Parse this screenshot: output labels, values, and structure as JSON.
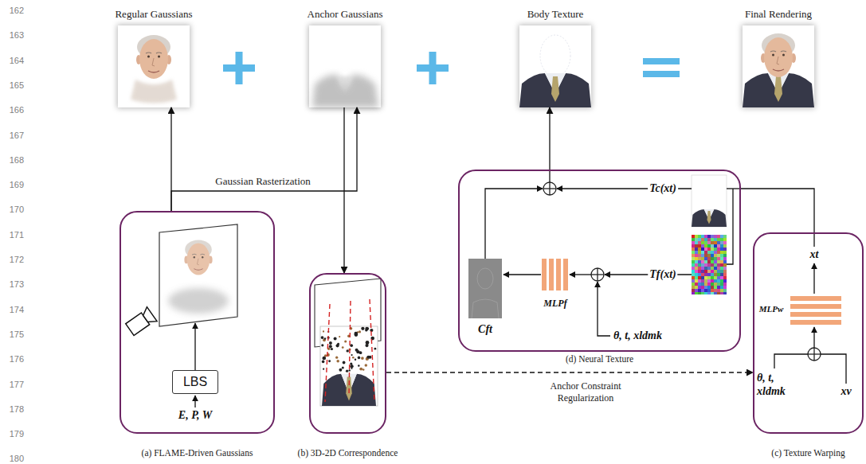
{
  "diagram": {
    "nodes": [
      {
        "text": [
          "Regular Gaussians"
        ]
      },
      {
        "text": [
          "Anchor Gaussians"
        ]
      },
      {
        "text": [
          "Body Texture"
        ]
      },
      {
        "text": [
          "Final Rendering"
        ]
      },
      {
        "text": [
          "(a) FLAME-Driven Gaussians"
        ]
      },
      {
        "text": [
          "LBS"
        ],
        "in": 4
      },
      {
        "text": [
          "(b) 3D-2D Correspondence"
        ]
      },
      {
        "text": [
          "(d) Neural Texture"
        ]
      },
      {
        "text": [
          "(c) Texture Warping"
        ]
      }
    ],
    "edges": [
      {
        "from": 4,
        "to": 0,
        "arrow": "to"
      },
      {
        "from": 4,
        "to": 1,
        "label": "Gaussian Rasterization",
        "arrow": "to"
      },
      {
        "from": 1,
        "to": 6,
        "arrow": "to"
      },
      {
        "from": 7,
        "to": 2,
        "arrow": "to"
      },
      {
        "from": 8,
        "to": 7,
        "arrow": "none"
      },
      {
        "from": 6,
        "to": 8,
        "label": "Anchor Constraint Regularization",
        "arrow": "to"
      }
    ],
    "labels": [
      "162",
      "163",
      "164",
      "165",
      "166",
      "167",
      "168",
      "169",
      "170",
      "171",
      "172",
      "173",
      "174",
      "175",
      "176",
      "177",
      "178",
      "179",
      "180",
      "Tc(xt)",
      "Tf(xt)",
      "Cft",
      "MLPf",
      "θ, t, xldmk",
      "xt",
      "MLPw",
      "θ, t, xldmk",
      "xv",
      "E, P, W"
    ]
  }
}
